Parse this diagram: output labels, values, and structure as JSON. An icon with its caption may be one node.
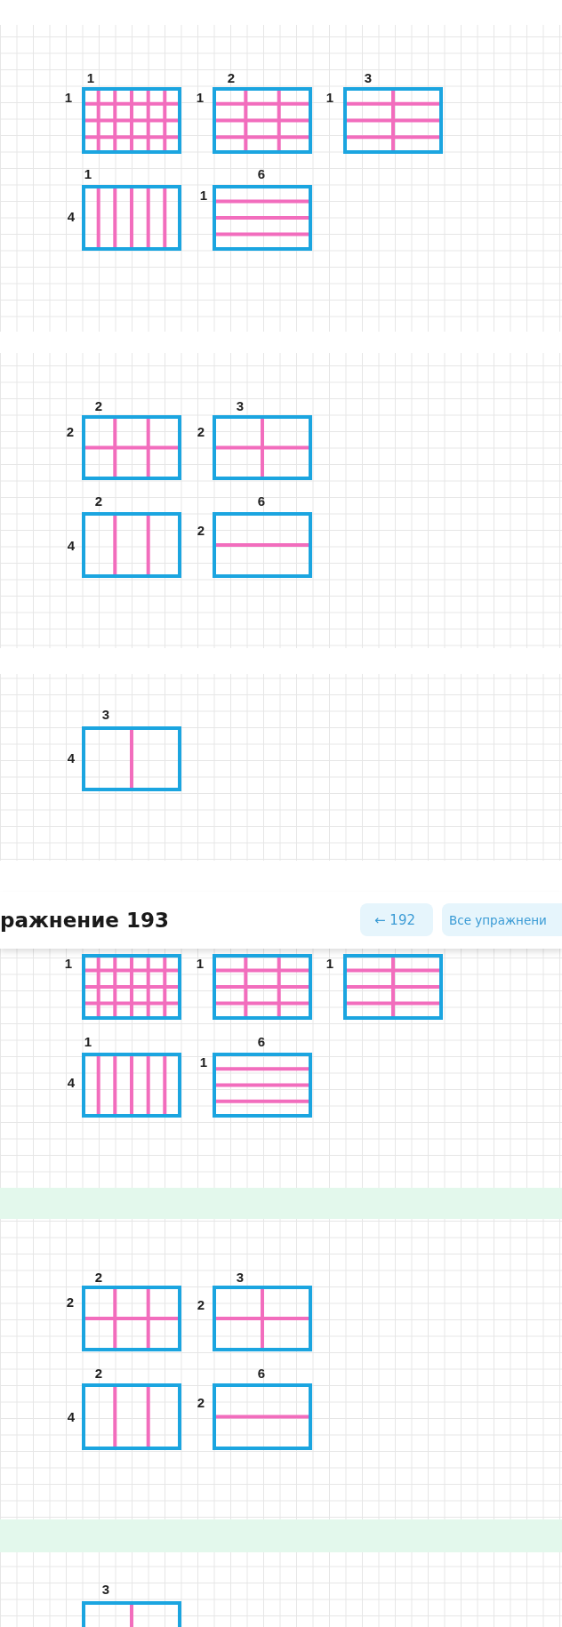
{
  "diagram": {
    "nodes": [
      {
        "text": [],
        "shape": "box",
        "beside": [
          "1",
          "1"
        ]
      },
      {
        "text": [],
        "shape": "box",
        "beside": [
          "2",
          "1"
        ]
      },
      {
        "text": [],
        "shape": "box",
        "beside": [
          "3",
          "1"
        ]
      },
      {
        "text": [],
        "shape": "box",
        "beside": [
          "1",
          "4"
        ]
      },
      {
        "text": [],
        "shape": "box",
        "beside": [
          "6",
          "1"
        ]
      },
      {
        "text": [],
        "shape": "box",
        "beside": [
          "2",
          "2"
        ]
      },
      {
        "text": [],
        "shape": "box",
        "beside": [
          "3",
          "2"
        ]
      },
      {
        "text": [],
        "shape": "box",
        "beside": [
          "2",
          "4"
        ]
      },
      {
        "text": [],
        "shape": "box",
        "beside": [
          "6",
          "2"
        ]
      },
      {
        "text": [],
        "shape": "box",
        "beside": [
          "3",
          "4"
        ]
      },
      {
        "text": [],
        "shape": "box",
        "beside": [
          "1"
        ]
      },
      {
        "text": [],
        "shape": "box",
        "beside": [
          "1"
        ]
      },
      {
        "text": [],
        "shape": "box",
        "beside": [
          "1"
        ]
      },
      {
        "text": [],
        "shape": "box",
        "beside": [
          "1",
          "4"
        ]
      },
      {
        "text": [],
        "shape": "box",
        "beside": [
          "6",
          "1"
        ]
      },
      {
        "text": [],
        "shape": "box",
        "beside": [
          "2",
          "2"
        ]
      },
      {
        "text": [],
        "shape": "box",
        "beside": [
          "3",
          "2"
        ]
      },
      {
        "text": [],
        "shape": "box",
        "beside": [
          "2",
          "4"
        ]
      },
      {
        "text": [],
        "shape": "box",
        "beside": [
          "6",
          "2"
        ]
      },
      {
        "text": [],
        "shape": "box",
        "beside": [
          "3"
        ]
      }
    ],
    "labels": [
      "ражнение 193",
      "← 192",
      "Все упражнени"
    ]
  }
}
